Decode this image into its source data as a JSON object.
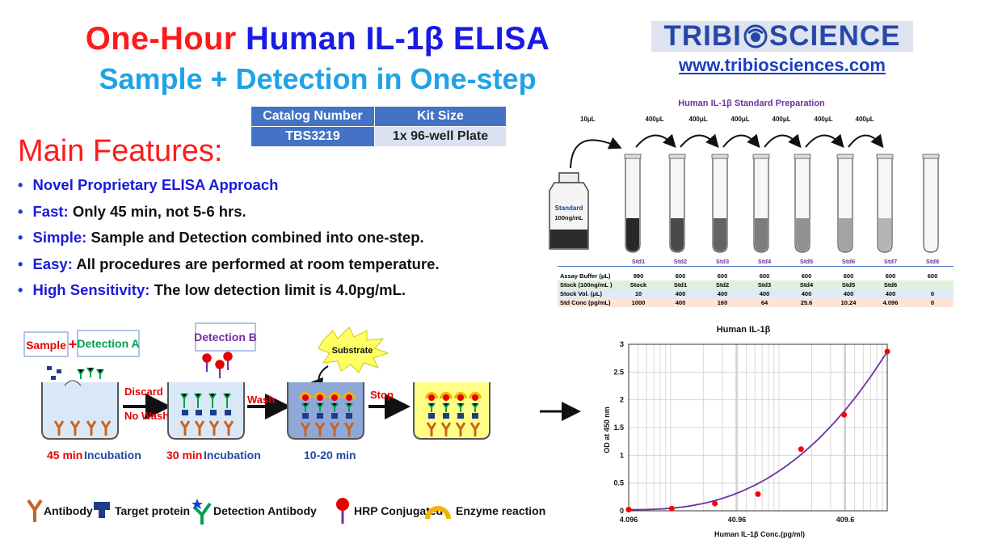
{
  "title": {
    "line1_part1": "One-Hour",
    "line1_part2": "Human IL-1β ELISA",
    "line2": "Sample + Detection in One-step"
  },
  "logo": {
    "text_left": "TRIBI",
    "text_right": "SCIENCE",
    "website": "www.tribiosciences.com"
  },
  "catalog": {
    "headers": [
      "Catalog Number",
      "Kit Size"
    ],
    "values": [
      "TBS3219",
      "1x 96-well Plate"
    ]
  },
  "features": {
    "title": "Main Features:",
    "items": [
      {
        "key": "Novel Proprietary ELISA Approach",
        "text": ""
      },
      {
        "key": "Fast:",
        "text": " Only 45 min,  not 5-6 hrs."
      },
      {
        "key": "Simple:",
        "text": " Sample and Detection combined into one-step."
      },
      {
        "key": "Easy:",
        "text": " All procedures are performed at room temperature."
      },
      {
        "key": "High Sensitivity:",
        "text": " The low detection limit is 4.0pg/mL."
      }
    ]
  },
  "standard_prep": {
    "title": "Human IL-1β Standard Preparation",
    "transfer_labels": [
      "10μL",
      "400μL",
      "400μL",
      "400μL",
      "400μL",
      "400μL",
      "400μL"
    ],
    "vial_label_1": "Standard",
    "vial_label_2": "100ng/mL",
    "tube_fills": [
      1.0,
      0.8,
      0.65,
      0.5,
      0.38,
      0.27,
      0.17,
      0.0
    ],
    "table": {
      "headers": [
        "",
        "Std1",
        "Std2",
        "Std3",
        "Std4",
        "Std5",
        "Std6",
        "Std7",
        "Std8"
      ],
      "rows": [
        [
          "Assay Buffer (μL)",
          "990",
          "600",
          "600",
          "600",
          "600",
          "600",
          "600",
          "600"
        ],
        [
          "Stock (100ng/mL )",
          "Stock",
          "Std1",
          "Std2",
          "Std3",
          "Std4",
          "Std5",
          "Std6",
          ""
        ],
        [
          "Stock Vol. (μL)",
          "10",
          "400",
          "400",
          "400",
          "400",
          "400",
          "400",
          "0"
        ],
        [
          "Std Conc (pg/mL)",
          "1000",
          "400",
          "160",
          "64",
          "25.6",
          "10.24",
          "4.096",
          "0"
        ]
      ],
      "row_colors": [
        "#ffffff",
        "#e2efda",
        "#ddebf7",
        "#fce4d6"
      ]
    }
  },
  "workflow": {
    "sample_label": "Sample",
    "plus": "+",
    "detection_a": "Detection A",
    "detection_b": "Detection B",
    "substrate": "Substrate",
    "discard": "Discard",
    "no_wash": "No Wash",
    "wash": "Wash",
    "stop": "Stop",
    "step1_time": "45 min",
    "step1_text": " Incubation",
    "step2_time": "30 min",
    "step2_text": " Incubation",
    "step3_time": "10-20 min"
  },
  "legend": {
    "antibody": "Antibody",
    "target": "Target protein",
    "detection_ab": "Detection Antibody",
    "hrp": "HRP Conjugated",
    "enzyme": "Enzyme reaction"
  },
  "chart_data": {
    "type": "scatter",
    "title": "Human IL-1β",
    "xlabel": "Human IL-1β Conc.(pg/ml)",
    "ylabel": "OD at 450 nm",
    "x_scale": "log",
    "x_ticks": [
      "4.096",
      "40.96",
      "409.6"
    ],
    "x_tick_values": [
      4.096,
      40.96,
      409.6
    ],
    "xlim": [
      4.096,
      1000
    ],
    "ylim": [
      0,
      3
    ],
    "y_ticks": [
      "0",
      "0.5",
      "1",
      "1.5",
      "2",
      "2.5",
      "3"
    ],
    "grid": true,
    "series": [
      {
        "x": [
          4.096,
          10.24,
          25.6,
          64,
          160,
          400,
          1000
        ],
        "y": [
          0.02,
          0.04,
          0.13,
          0.3,
          1.11,
          1.73,
          2.87
        ],
        "color": "#ff0000"
      }
    ],
    "fit_color": "#7030a0"
  },
  "colors": {
    "title_red": "#ff1a1a",
    "title_blue": "#1a1ae6",
    "subtitle": "#1fa3e6",
    "logo_blue": "#2647a8",
    "accent": "#4472c4"
  }
}
